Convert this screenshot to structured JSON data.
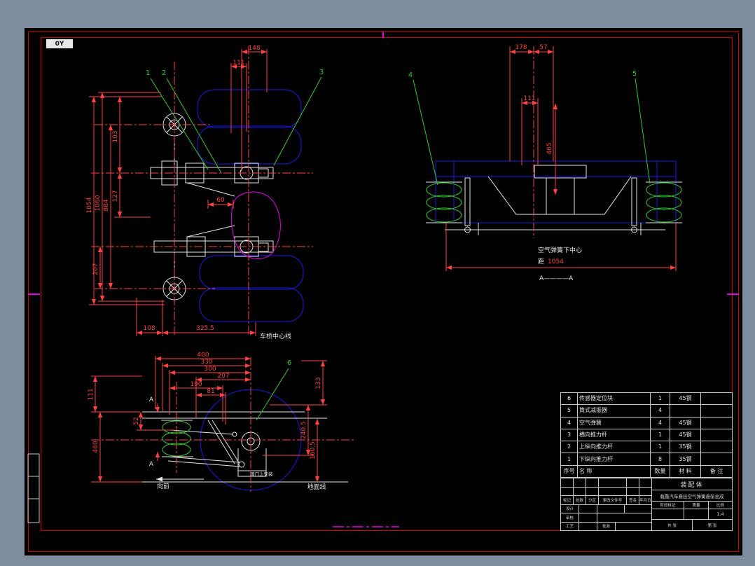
{
  "colors": {
    "workspace_background": "#7E8CA0",
    "canvas_background": "#000000",
    "frame_red": "#D40000",
    "geometry_blue": "#1A1AE6",
    "geometry_white": "#E6E6E6",
    "leader_green": "#2ECC2E",
    "spline_magenta": "#E600E6",
    "dimension_red": "#FF4040"
  },
  "sheet": {
    "corner_label": "0Y"
  },
  "plan_view": {
    "balloons": {
      "b1": "1",
      "b2": "2",
      "b3": "3"
    },
    "dims": {
      "d148": "148",
      "d111": "111",
      "d103": "103",
      "d127": "127",
      "d884": "884",
      "d1060": "1060",
      "d1054": "1054",
      "d207": "207",
      "d60": "60",
      "d108": "108",
      "d325_5": "325.5"
    },
    "axle_centerline_note": "车桥中心线"
  },
  "front_view": {
    "balloons": {
      "b4": "4",
      "b5": "5"
    },
    "dims": {
      "d178": "178",
      "d57": "57",
      "d111": "111",
      "d465": "465",
      "d1054": "1054"
    },
    "spring_center_note_line1": "空气弹簧下中心",
    "spring_center_note_prefix": "距",
    "section_label": "A————A"
  },
  "side_view": {
    "balloons": {
      "b6": "6"
    },
    "section_mark": "A",
    "dims": {
      "d400": "400",
      "d330": "330",
      "d300": "300",
      "d207": "207",
      "d190": "190",
      "d81": "81",
      "d111": "111",
      "d460": "460",
      "d52": "52",
      "d133": "133",
      "d240_5": "240.5",
      "d160_5": "160.5"
    },
    "forward_label": "向前",
    "ground_line_label": "地面线",
    "valve_note": "阀门上安装"
  },
  "parts_table": {
    "header": {
      "no": "序号",
      "name": "名  称",
      "qty": "数量",
      "material": "材  料",
      "note": "备  注"
    },
    "rows": [
      {
        "no": "6",
        "name": "传感器定位块",
        "qty": "1",
        "material": "45钢",
        "note": ""
      },
      {
        "no": "5",
        "name": "筒式减振器",
        "qty": "4",
        "material": "",
        "note": ""
      },
      {
        "no": "4",
        "name": "空气弹簧",
        "qty": "4",
        "material": "45钢",
        "note": ""
      },
      {
        "no": "3",
        "name": "横向推力杆",
        "qty": "1",
        "material": "45钢",
        "note": ""
      },
      {
        "no": "2",
        "name": "上纵向推力杆",
        "qty": "1",
        "material": "35钢",
        "note": ""
      },
      {
        "no": "1",
        "name": "下纵向推力杆",
        "qty": "8",
        "material": "35钢",
        "note": ""
      }
    ]
  },
  "title_block": {
    "assembly": "装配体",
    "drawing_title": "载重汽车悬挂空气弹簧悬架总成",
    "mark": "标记",
    "count": "处数",
    "zone": "分区",
    "change_file": "更改文件号",
    "sign": "签名",
    "date": "年月日",
    "design": "设计",
    "check": "审核",
    "process": "工艺",
    "approve": "批准",
    "stage_mark": "阶段标记",
    "weight": "质量",
    "scale": "比例",
    "scale_value": "1:4",
    "sheet_total": "共 张",
    "sheet_index": "第 张"
  }
}
